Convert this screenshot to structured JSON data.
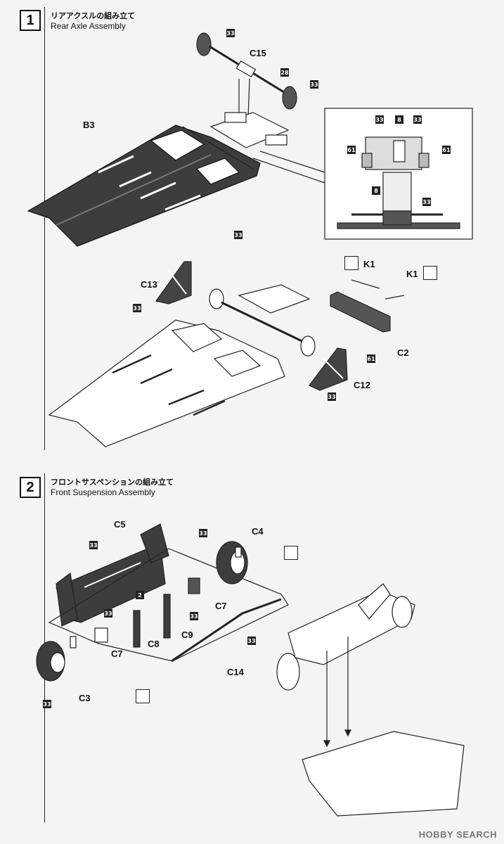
{
  "steps": [
    {
      "number": "1",
      "title_jp": "リアアクスルの組み立て",
      "title_en": "Rear Axle Assembly"
    },
    {
      "number": "2",
      "title_jp": "フロントサスペンションの組み立て",
      "title_en": "Front Suspension Assembly"
    }
  ],
  "labels": {
    "c15": "C15",
    "b3": "B3",
    "c13": "C13",
    "k1a": "K1",
    "k1b": "K1",
    "c2": "C2",
    "c12": "C12",
    "c5": "C5",
    "c4": "C4",
    "c7a": "C7",
    "c7b": "C7",
    "c8": "C8",
    "c9": "C9",
    "c14": "C14",
    "c3": "C3"
  },
  "callouts": {
    "n33": "33",
    "n28": "28",
    "n8": "8",
    "n61": "61",
    "n2": "2"
  },
  "watermark": "HOBBY SEARCH",
  "colors": {
    "ink": "#222222",
    "paper": "#f4f4f2",
    "part_fill": "#3a3a3a",
    "watermark": "#777777"
  }
}
